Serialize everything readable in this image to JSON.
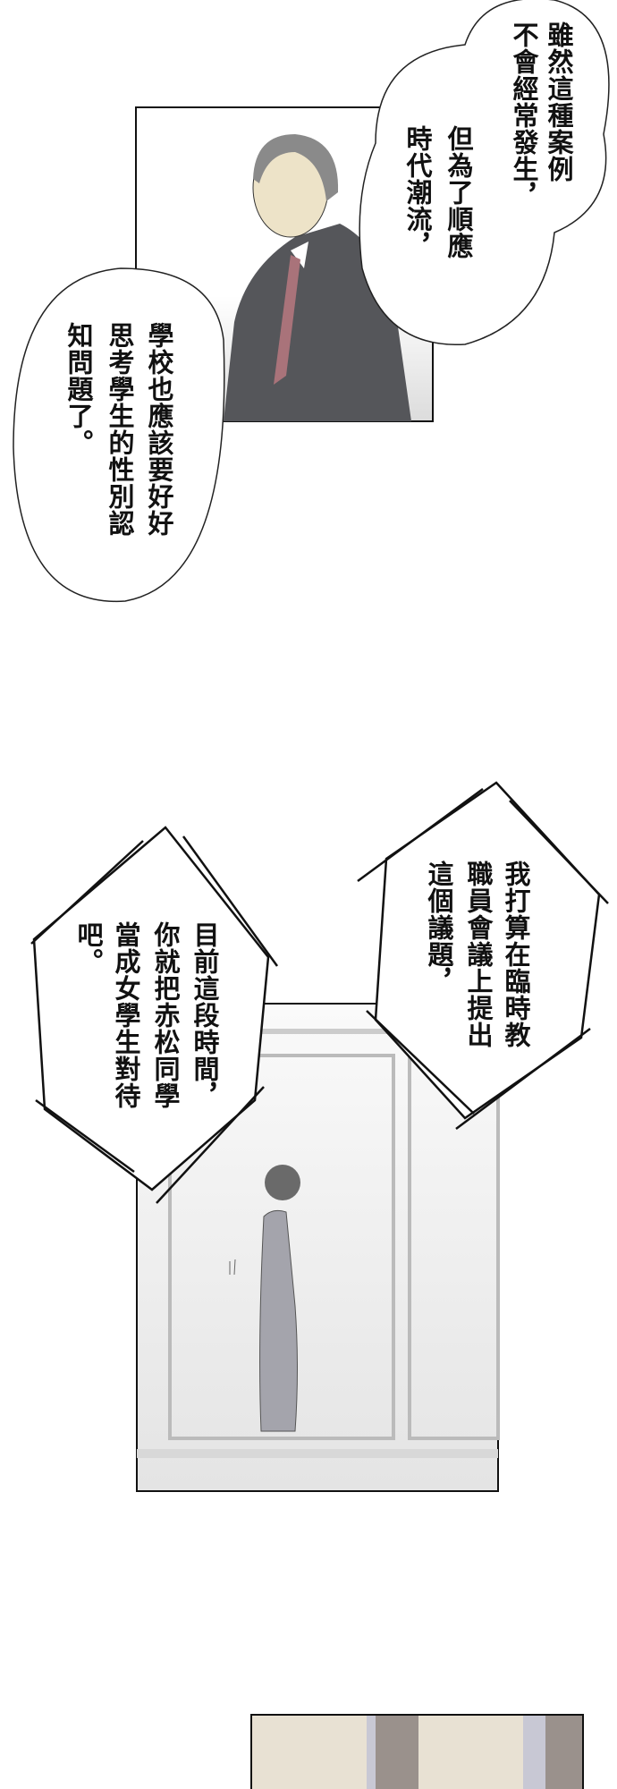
{
  "page1": {
    "bubble_top": [
      "雖然這種案例",
      "不會經常發生，",
      "但為了順應",
      "時代潮流，"
    ],
    "bubble_left": [
      "學校也應該要好好",
      "思考學生的性別認",
      "知問題了。"
    ]
  },
  "page2": {
    "bubble_right": [
      "我打算在臨時教",
      "職員會議上提出",
      "這個議題，"
    ],
    "bubble_left": [
      "目前這段時間，",
      "你就把赤松同學",
      "當成女學生對待",
      "吧。"
    ]
  },
  "colors": {
    "suit": "#55565a",
    "tie": "#a9737a",
    "skin": "#ede3c8",
    "hair": "#8a8a8a",
    "coat": "#a4a4ac",
    "wall": "#e8e1d3"
  }
}
